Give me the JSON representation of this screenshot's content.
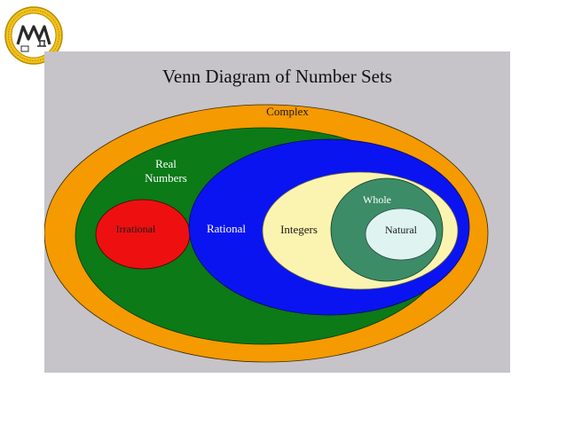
{
  "title": "Venn Diagram of Number Sets",
  "sets": {
    "complex": "Complex",
    "real_line1": "Real",
    "real_line2": "Numbers",
    "irrational": "Irrational",
    "rational": "Rational",
    "integers": "Integers",
    "whole": "Whole",
    "natural": "Natural"
  },
  "colors": {
    "background": "#c6c3c9",
    "complex": "#f59a00",
    "real": "#0b7a17",
    "irrational": "#ee1010",
    "rational": "#0a14f0",
    "integers": "#fbf3b0",
    "whole": "#3c8c67",
    "natural": "#dff3f1"
  },
  "icons": {
    "logo": "school-seal-icon"
  }
}
